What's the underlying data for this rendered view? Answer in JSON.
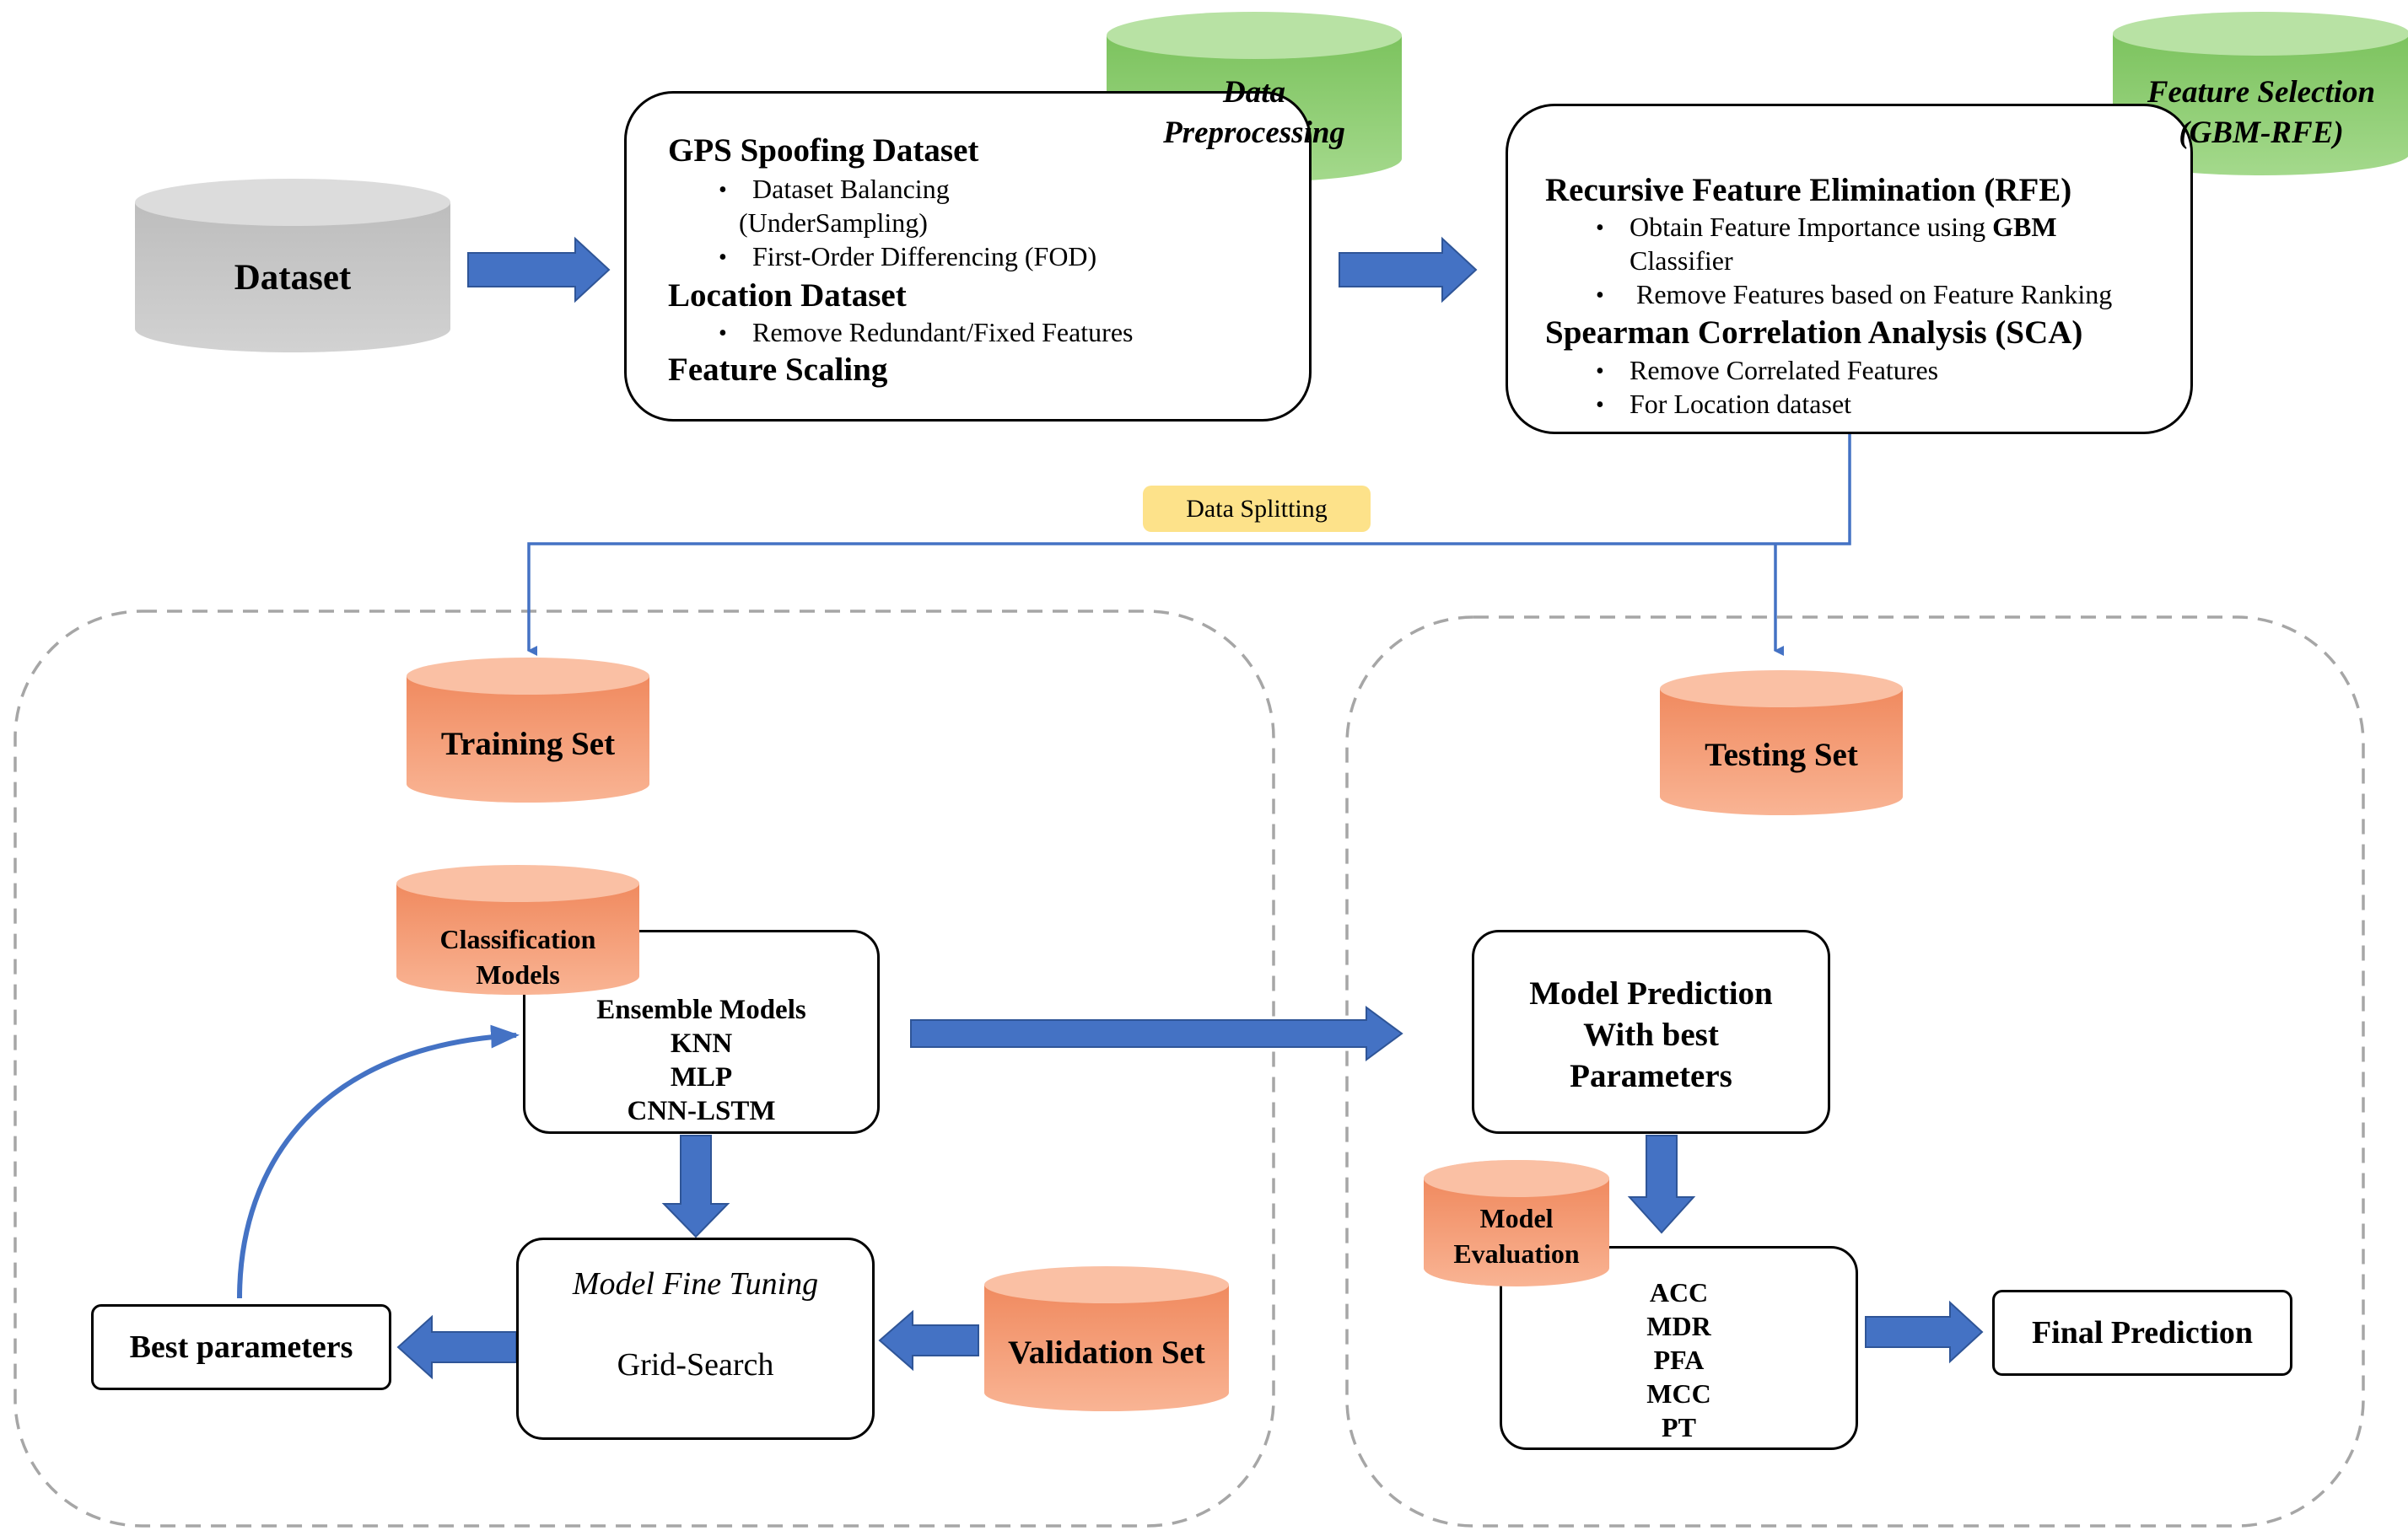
{
  "dataset": {
    "label": "Dataset",
    "color": "#c8c8c8"
  },
  "preprocessing": {
    "badge": [
      "Data",
      "Preprocessing"
    ],
    "badge_color": "#8dcf74",
    "heading1": "GPS Spoofing Dataset",
    "bullet1_line1": "Dataset Balancing",
    "bullet1_line2": "(UnderSampling)",
    "bullet2": "First-Order Differencing (FOD)",
    "heading2": "Location Dataset",
    "bullet3": "Remove Redundant/Fixed Features",
    "heading3": "Feature Scaling"
  },
  "feature_selection": {
    "badge": [
      "Feature Selection",
      "(GBM-RFE)"
    ],
    "badge_color": "#8dcf74",
    "heading1": "Recursive Feature Elimination (RFE)",
    "bullet1_pre": "Obtain Feature Importance using ",
    "bullet1_bold": "GBM",
    "bullet1_line2": "Classifier",
    "bullet2": "Remove Features based on Feature Ranking",
    "heading2": "Spearman Correlation Analysis (SCA)",
    "bullet3": "Remove Correlated Features",
    "bullet4": "For Location dataset"
  },
  "split": {
    "label": "Data Splitting",
    "color": "#fde28a"
  },
  "training_set": {
    "label": "Training Set",
    "color": "#f5a07a"
  },
  "testing_set": {
    "label": "Testing Set",
    "color": "#f5a07a"
  },
  "classification": {
    "badge": [
      "Classification",
      "Models"
    ],
    "models": [
      "Ensemble  Models",
      "KNN",
      "MLP",
      "CNN-LSTM"
    ]
  },
  "fine_tuning": {
    "title": "Model Fine Tuning",
    "method": "Grid-Search"
  },
  "validation_set": {
    "label": "Validation Set"
  },
  "best_params": {
    "label": "Best parameters"
  },
  "prediction": {
    "lines": [
      "Model Prediction",
      "With best",
      "Parameters"
    ]
  },
  "evaluation": {
    "badge": [
      "Model",
      "Evaluation"
    ],
    "metrics": [
      "ACC",
      "MDR",
      "PFA",
      "MCC",
      "PT"
    ]
  },
  "final": {
    "label": "Final Prediction"
  },
  "colors": {
    "arrow": "#4472c4",
    "arrow_stroke": "#2f5597",
    "dashed": "#a6a6a6"
  }
}
